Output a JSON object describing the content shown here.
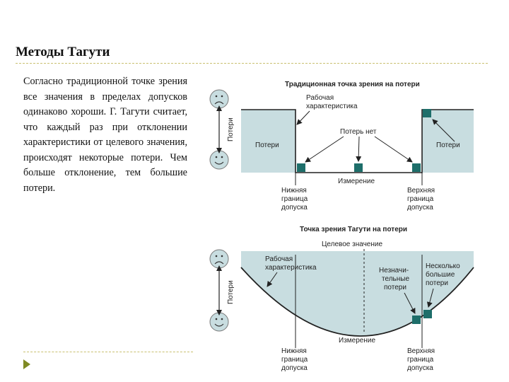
{
  "slide": {
    "title": "Методы Тагути",
    "body": "Согласно традиционной точке зрения все значения в пределах допусков одинаково хороши. Г. Тагути считает, что каждый раз при отклонении характеристики от целевого значения, происходят некоторые потери. Чем больше отклонение, тем большие потери."
  },
  "diagram": {
    "colors": {
      "fill": "#c8dde0",
      "marker": "#1e6e6a",
      "line": "#222222"
    },
    "top": {
      "header": "Традиционная точка зрения на потери",
      "axis_label": "Потери",
      "left_zone_label": "Потери",
      "right_zone_label": "Потери",
      "feature_label": [
        "Рабочая",
        "характеристика"
      ],
      "no_loss_label": "Потерь нет",
      "measurement_label": "Измерение",
      "lower_limit_label": [
        "Нижняя",
        "граница",
        "допуска"
      ],
      "upper_limit_label": [
        "Верхняя",
        "граница",
        "допуска"
      ],
      "sad_face_icon": "sad-face-icon",
      "happy_face_icon": "happy-face-icon"
    },
    "bottom": {
      "header": "Точка зрения Тагути на потери",
      "target_label": "Целевое значение",
      "axis_label": "Потери",
      "feature_label": [
        "Рабочая",
        "характеристика"
      ],
      "minor_loss_label": [
        "Незначи-",
        "тельные",
        "потери"
      ],
      "more_loss_label": [
        "Несколько",
        "большие",
        "потери"
      ],
      "measurement_label": "Измерение",
      "lower_limit_label": [
        "Нижняя",
        "граница",
        "допуска"
      ],
      "upper_limit_label": [
        "Верхняя",
        "граница",
        "допуска"
      ]
    }
  }
}
